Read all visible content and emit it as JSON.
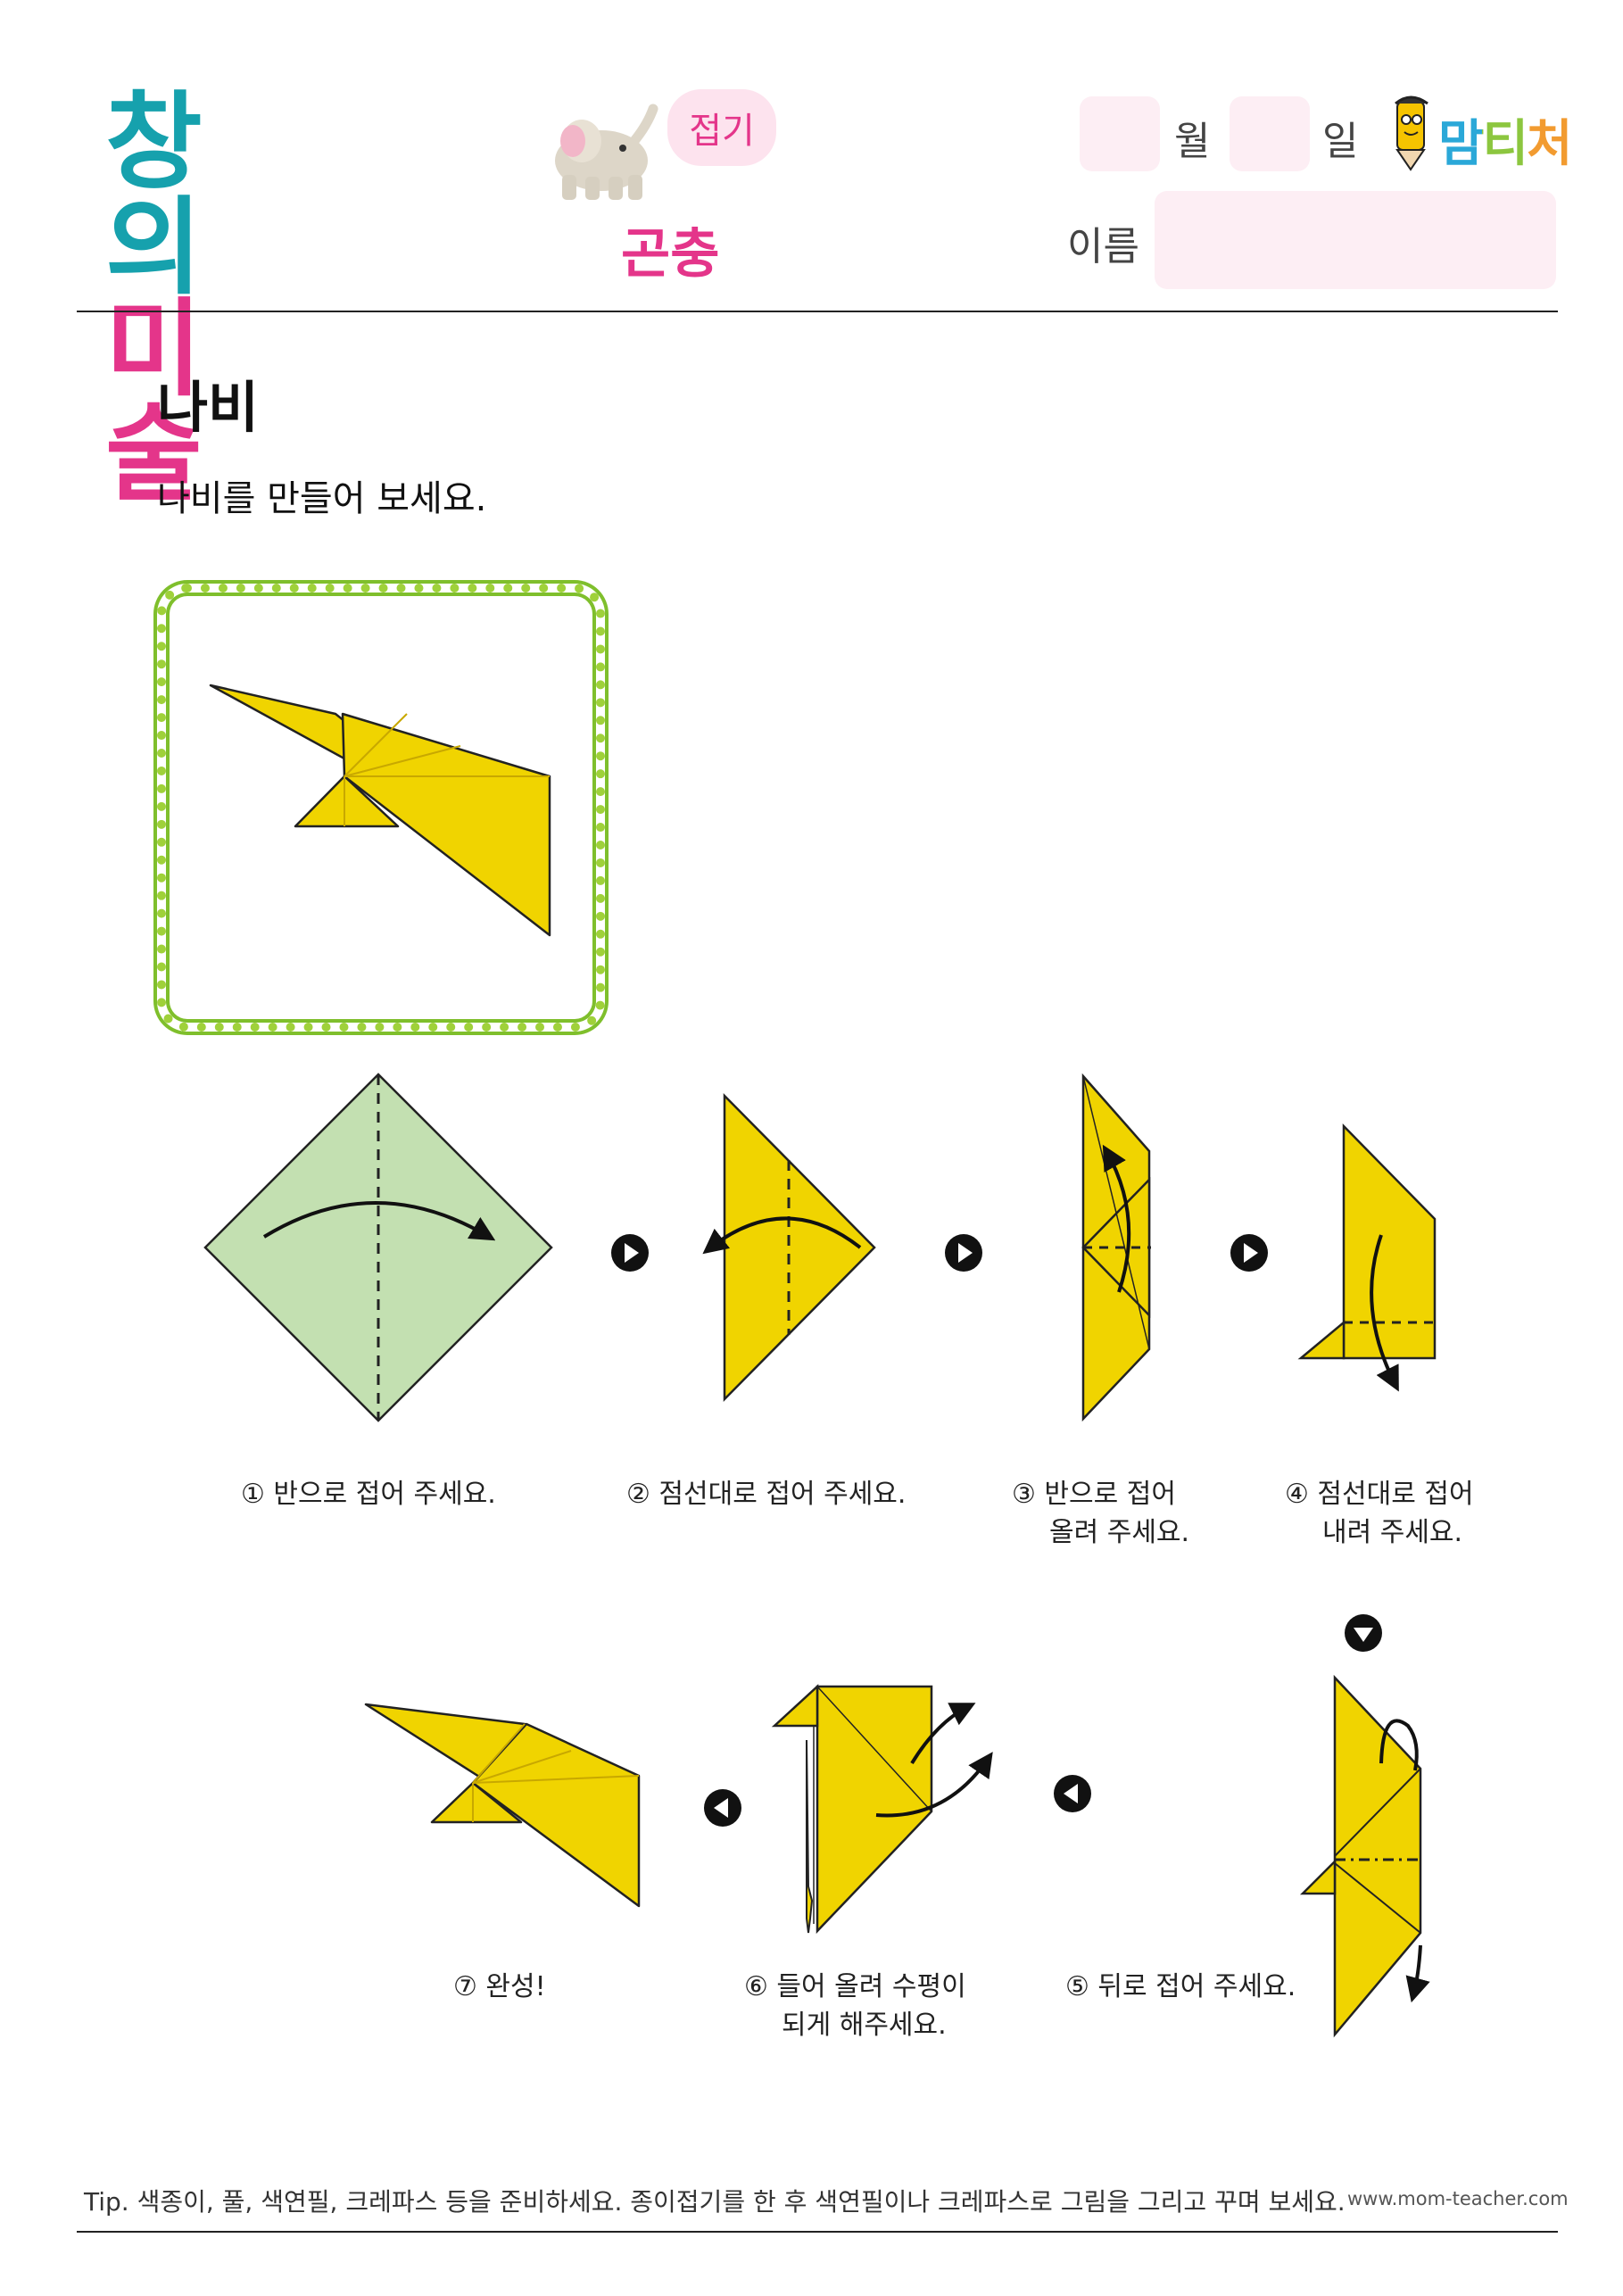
{
  "header": {
    "logo_line1": "창의",
    "logo_line2": "미술",
    "category": "접기",
    "subject": "곤충",
    "month_label": "월",
    "day_label": "일",
    "name_label": "이름",
    "brand": "맘티처"
  },
  "title": "나비",
  "instruction": "나비를 만들어 보세요.",
  "steps": [
    {
      "line1": "① 반으로 접어 주세요.",
      "line2": ""
    },
    {
      "line1": "② 점선대로 접어 주세요.",
      "line2": ""
    },
    {
      "line1": "③ 반으로 접어",
      "line2": "올려 주세요."
    },
    {
      "line1": "④ 점선대로 접어",
      "line2": "내려 주세요."
    },
    {
      "line1": "⑤ 뒤로 접어 주세요.",
      "line2": ""
    },
    {
      "line1": "⑥ 들어 올려 수평이",
      "line2": "되게 해주세요."
    },
    {
      "line1": "⑦ 완성!",
      "line2": ""
    }
  ],
  "footer": {
    "tip": "Tip. 색종이, 풀, 색연필, 크레파스 등을 준비하세요. 종이접기를 한 후 색연필이나 크레파스로 그림을 그리고 꾸며 보세요.",
    "url": "www.mom-teacher.com"
  },
  "colors": {
    "paper_yellow": "#f0d400",
    "paper_green": "#c3e0b1",
    "accent_pink": "#e4358a",
    "accent_teal": "#16a1ad",
    "frame_green": "#8cc63f"
  }
}
